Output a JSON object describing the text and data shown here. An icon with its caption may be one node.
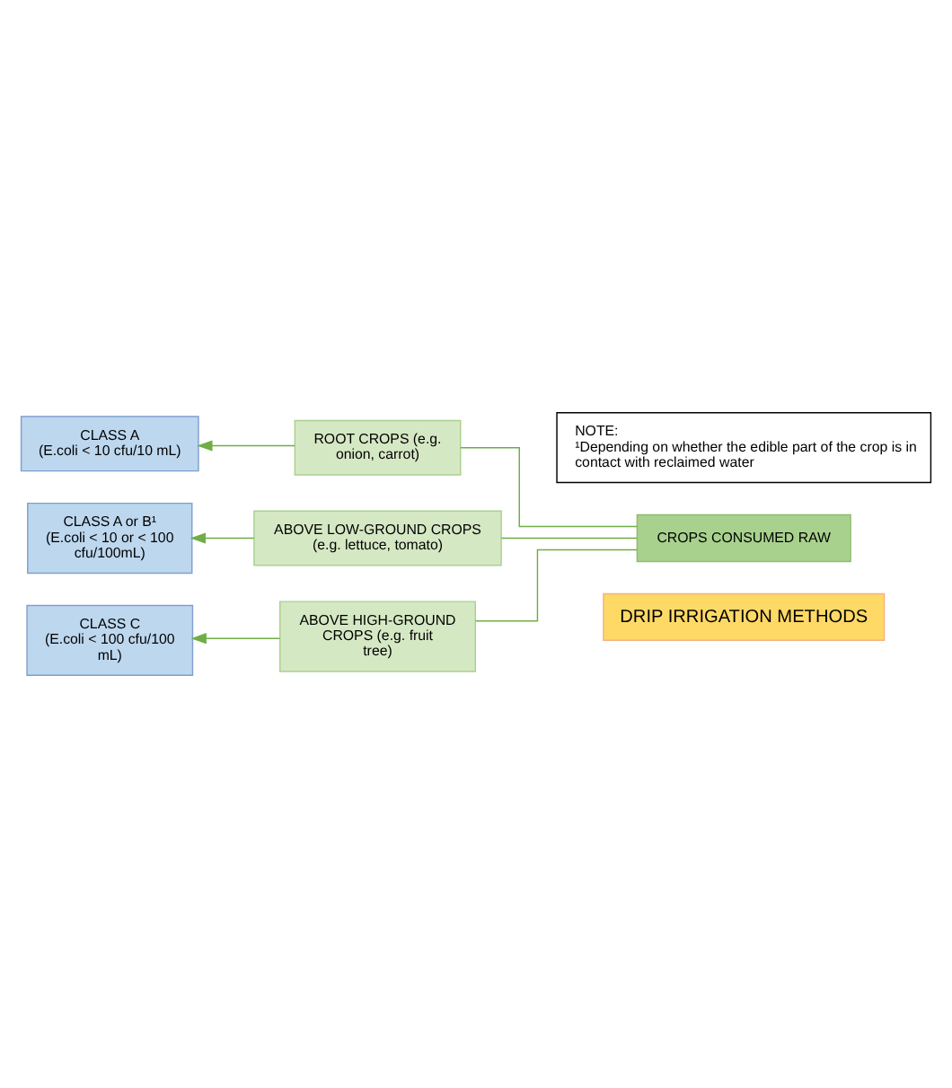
{
  "diagram": {
    "nodes": [
      {
        "text": [
          "DRIP IRRIGATION METHODS"
        ]
      },
      {
        "text": [
          "CROPS CONSUMED RAW"
        ]
      },
      {
        "text": [
          "ROOT CROPS (e.g. onion, carrot)"
        ]
      },
      {
        "text": [
          "ABOVE LOW-GROUND CROPS (e.g. lettuce, tomato)"
        ]
      },
      {
        "text": [
          "ABOVE HIGH-GROUND CROPS (e.g. fruit tree)"
        ]
      },
      {
        "text": [
          "CLASS A",
          "(E.coli < 10 cfu/10 mL)"
        ]
      },
      {
        "text": [
          "CLASS A or B¹",
          "(E.coli < 10 or < 100 cfu/100mL)"
        ]
      },
      {
        "text": [
          "CLASS C",
          "(E.coli < 100 cfu/100 mL)"
        ]
      },
      {
        "text": [
          "NOTE:",
          "¹Depending on whether the edible part of the crop is in contact with reclaimed water"
        ]
      }
    ],
    "edges": [
      {
        "from": 1,
        "to": 2,
        "arrow": "none"
      },
      {
        "from": 1,
        "to": 3,
        "arrow": "none"
      },
      {
        "from": 1,
        "to": 4,
        "arrow": "none"
      },
      {
        "from": 2,
        "to": 5,
        "arrow": "to"
      },
      {
        "from": 3,
        "to": 6,
        "arrow": "to"
      },
      {
        "from": 4,
        "to": 7,
        "arrow": "to"
      }
    ]
  }
}
